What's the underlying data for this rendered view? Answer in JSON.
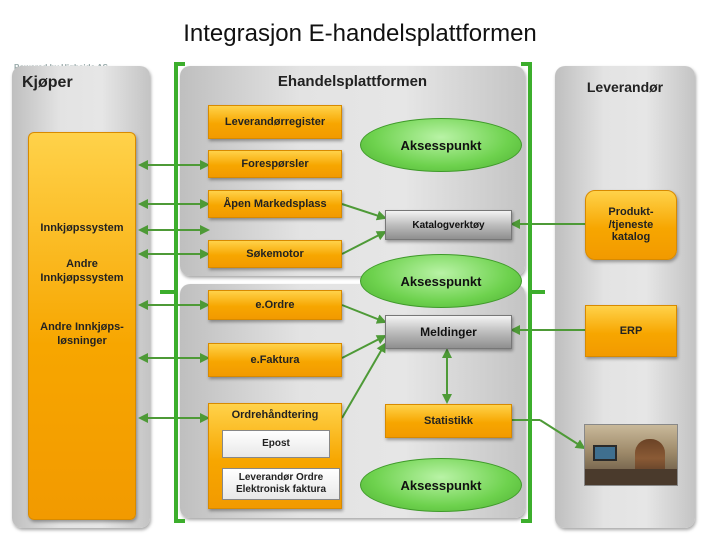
{
  "slide": {
    "title": "Integrasjon E-handelsplattformen",
    "watermark": "Powered by Highside AS"
  },
  "kjoper": {
    "title": "Kjøper",
    "innkjopssystem": "Innkjøpssystem",
    "andre_innkjopssystem_1": "Andre",
    "andre_innkjopssystem_2": "Innkjøpssystem",
    "andre_losninger_1": "Andre Innkjøps-",
    "andre_losninger_2": "løsninger"
  },
  "platform": {
    "title": "Ehandelsplattformen",
    "leverandorregister": "Leverandørregister",
    "foresporsler": "Forespørsler",
    "apen_markedsplass": "Åpen Markedsplass",
    "katalogverktoy": "Katalogverktøy",
    "sokemotor": "Søkemotor",
    "eordre": "e.Ordre",
    "meldinger": "Meldinger",
    "efaktura": "e.Faktura",
    "ordrehandtering": "Ordrehåndtering",
    "epost": "Epost",
    "lev_ordre_1": "Leverandør Ordre",
    "lev_ordre_2": "Elektronisk faktura",
    "statistikk": "Statistikk"
  },
  "aksesspunkt": {
    "label": "Aksesspunkt"
  },
  "leverandor": {
    "title": "Leverandør",
    "katalog_1": "Produkt-",
    "katalog_2": "/tjeneste",
    "katalog_3": "katalog",
    "erp": "ERP"
  },
  "colors": {
    "orange": "#f7a600",
    "green_bracket": "#3cae2c",
    "arrow_green": "#4e9a37",
    "panel_grey": "#d6d6d6"
  }
}
